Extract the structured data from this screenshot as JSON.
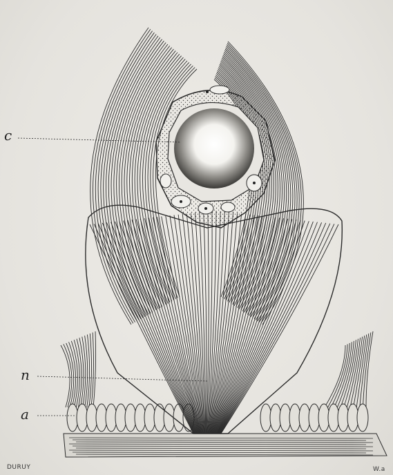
{
  "figure": {
    "labels": {
      "c": "c",
      "n": "n",
      "a": "a"
    },
    "engraver": "DURUY",
    "corner_mark": "W.a"
  },
  "colors": {
    "paper": "#e6e4df",
    "ink": "#2a2a2a"
  }
}
